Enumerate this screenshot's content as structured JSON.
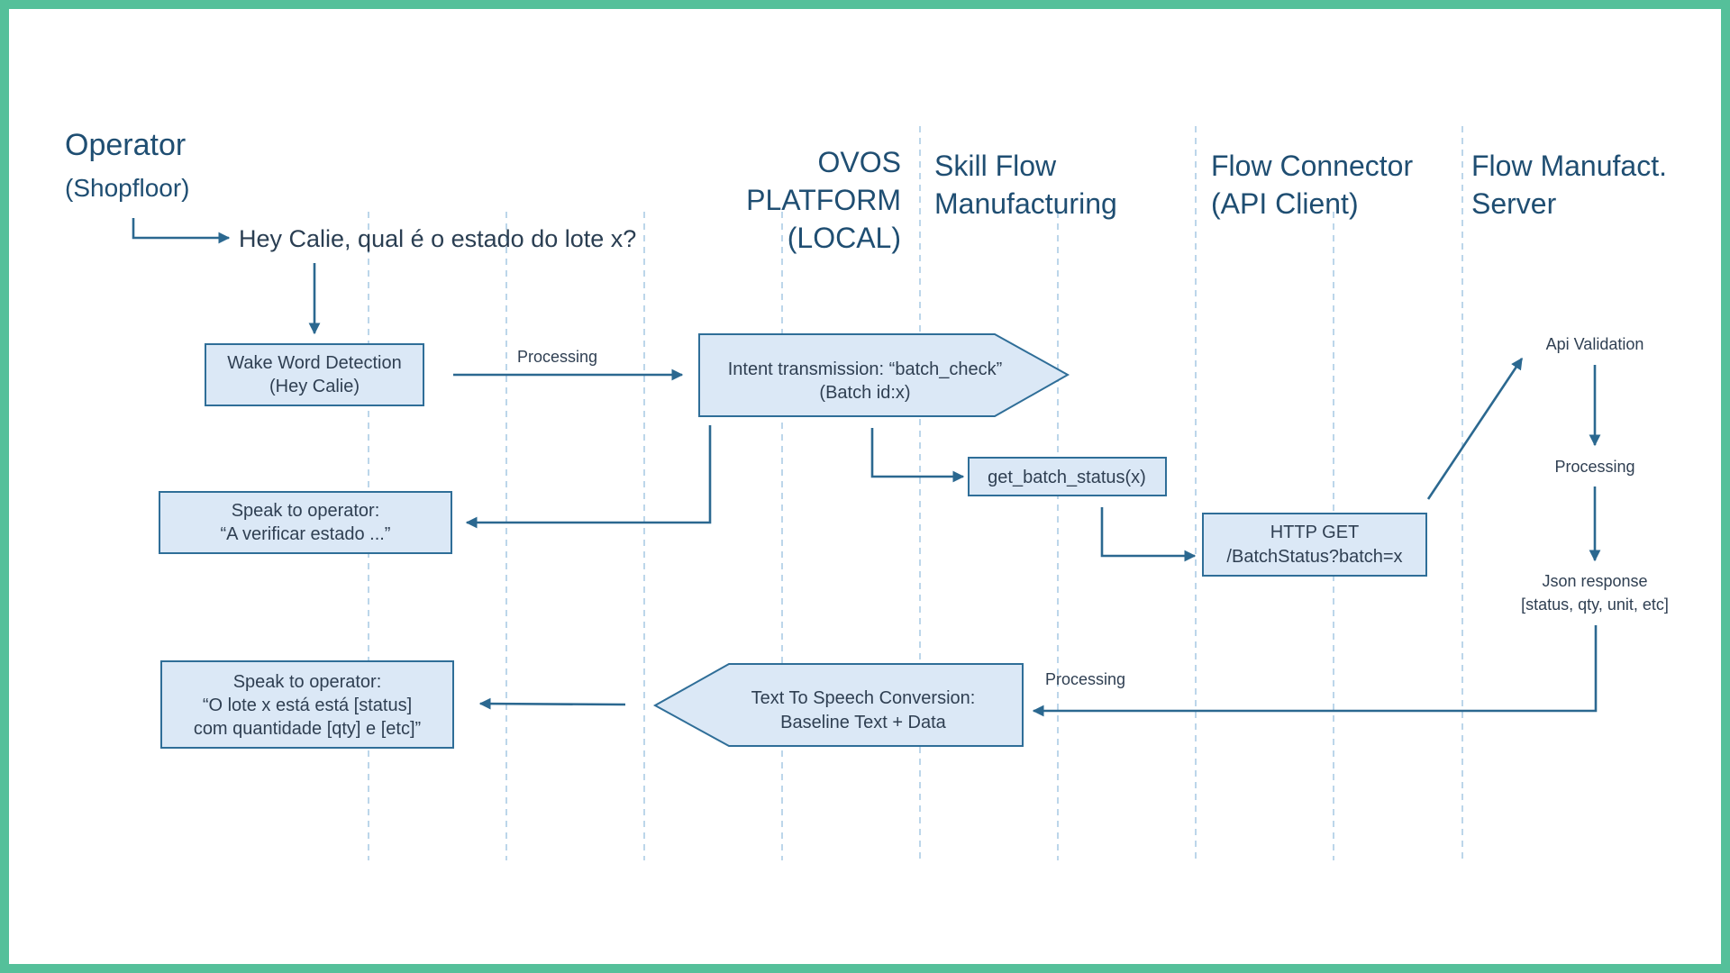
{
  "lanes": {
    "operator": {
      "title": "Operator",
      "subtitle": "(Shopfloor)"
    },
    "ovos": {
      "line1": "OVOS",
      "line2": "PLATFORM",
      "line3": "(LOCAL)"
    },
    "skill": {
      "line1": "Skill Flow",
      "line2": "Manufacturing"
    },
    "connector": {
      "line1": "Flow Connector",
      "line2": "(API Client)"
    },
    "server": {
      "line1": "Flow Manufact.",
      "line2": "Server"
    }
  },
  "utterance": "Hey Calie, qual é o estado do lote x?",
  "steps": {
    "wake_word": {
      "line1": "Wake Word Detection",
      "line2": "(Hey Calie)"
    },
    "intent": {
      "line1": "Intent transmission: “batch_check”",
      "line2": "(Batch id:x)"
    },
    "speak_checking": {
      "line1": "Speak to operator:",
      "line2": "“A verificar estado ...”"
    },
    "get_batch": {
      "line1": "get_batch_status(x)"
    },
    "http_get": {
      "line1": "HTTP GET",
      "line2": "/BatchStatus?batch=x"
    },
    "api_validation": {
      "line1": "Api Validation"
    },
    "server_processing": {
      "line1": "Processing"
    },
    "json_response": {
      "line1": "Json response",
      "line2": "[status, qty, unit, etc]"
    },
    "tts": {
      "line1": "Text To Speech Conversion:",
      "line2": "Baseline Text + Data"
    },
    "speak_result": {
      "line1": "Speak to operator:",
      "line2": "“O lote x está está [status]",
      "line3": "com quantidade [qty] e [etc]”"
    }
  },
  "arrow_labels": {
    "processing_top": "Processing",
    "processing_bottom": "Processing"
  },
  "colors": {
    "frame": "#55c09a",
    "box_fill": "#dbe8f6",
    "box_stroke": "#2f6e98",
    "arrow": "#2b6890",
    "lane_line": "#bcd6ea",
    "header_text": "#1f4e72"
  }
}
